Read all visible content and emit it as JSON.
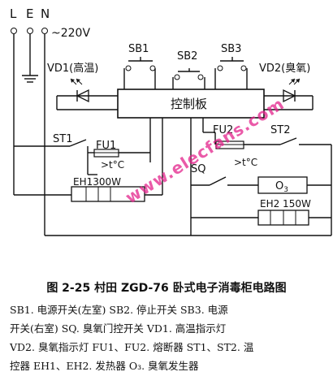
{
  "diagram": {
    "terminals": {
      "l": "L",
      "e": "E",
      "n": "N",
      "voltage": "~220V"
    },
    "control_board": "控制板",
    "sb1": "SB1",
    "sb2": "SB2",
    "sb3": "SB3",
    "vd1": "VD1(高温)",
    "vd2": "VD2(臭氧)",
    "st1": "ST1",
    "st2": "ST2",
    "fu1": "FU1",
    "fu2": "FU2",
    "temp1": ">t°C",
    "temp2": ">t°C",
    "sq": "SQ",
    "o3": "O",
    "o3_sub": "3",
    "eh1": "EH1300W",
    "eh2": "EH2 150W"
  },
  "watermark": "www.elecfans.com",
  "caption": "图 2-25    村田 ZGD-76 卧式电子消毒柜电路图",
  "legend": [
    "SB1. 电源开关(左室)    SB2. 停止开关    SB3. 电源",
    "开关(右室)    SQ. 臭氧门控开关    VD1. 高温指示灯",
    "VD2. 臭氧指示灯    FU1、FU2. 熔断器    ST1、ST2. 温",
    "控器    EH1、EH2. 发热器    O₃. 臭氧发生器"
  ]
}
